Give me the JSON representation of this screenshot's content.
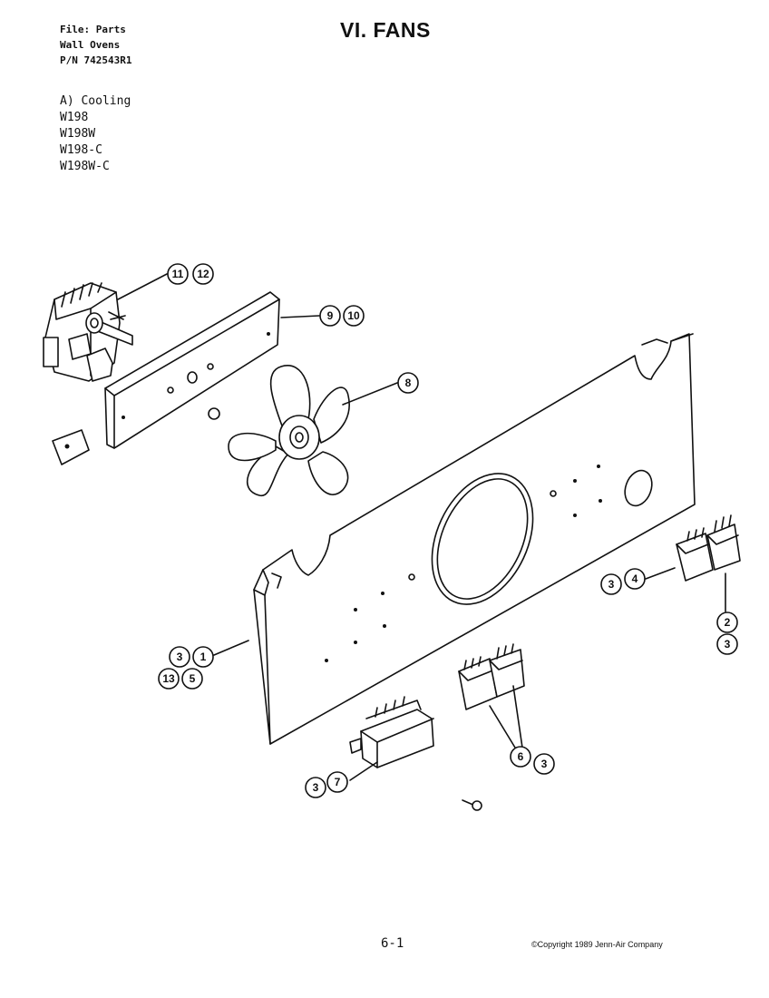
{
  "header": {
    "lines": [
      "File: Parts",
      "Wall Ovens",
      "P/N 742543R1"
    ]
  },
  "title": "VI. FANS",
  "section": {
    "heading": "A) Cooling",
    "models": [
      "W198",
      "W198W",
      "W198-C",
      "W198W-C"
    ]
  },
  "callouts": {
    "motor": [
      "11",
      "12"
    ],
    "bracket": [
      "9",
      "10"
    ],
    "fan_blade": [
      "8"
    ],
    "relay_right": [
      "3",
      "4"
    ],
    "relay_right_lower": [
      "2",
      "3"
    ],
    "panel": [
      "3",
      "1",
      "13",
      "5"
    ],
    "relay_center": [
      "6",
      "3"
    ],
    "transformer": [
      "3",
      "7"
    ]
  },
  "footer": {
    "page": "6-1",
    "copyright": "©Copyright 1989 Jenn-Air Company"
  }
}
